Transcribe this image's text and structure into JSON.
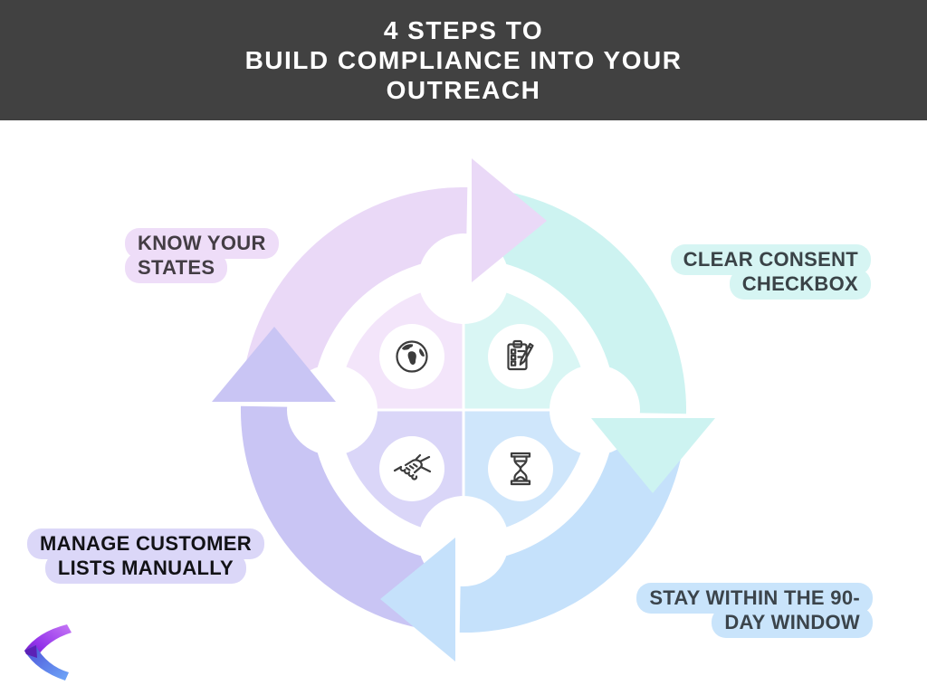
{
  "header": {
    "title": "4 STEPS TO\nBUILD COMPLIANCE INTO YOUR\nOUTREACH",
    "bg_color": "#414141",
    "text_color": "#ffffff"
  },
  "diagram": {
    "type": "cycle",
    "direction": "clockwise",
    "steps": [
      {
        "position": "top-left",
        "label_line1": "KNOW YOUR",
        "label_line2": "STATES",
        "icon": "globe-icon",
        "arc_color": "#ead9f7",
        "sector_color": "#f3e5fa",
        "label_bg": "#eeddf8",
        "label_text_color": "#433d44"
      },
      {
        "position": "top-right",
        "label_line1": "CLEAR CONSENT",
        "label_line2": "CHECKBOX",
        "icon": "checklist-pencil-icon",
        "arc_color": "#cdf3f1",
        "sector_color": "#d9f6f4",
        "label_bg": "#d6f5f3",
        "label_text_color": "#3a4347"
      },
      {
        "position": "bottom-right",
        "label_line1": "STAY WITHIN THE 90-",
        "label_line2": "DAY WINDOW",
        "icon": "hourglass-icon",
        "arc_color": "#c5e1fb",
        "sector_color": "#cfe6fb",
        "label_bg": "#c9e4fb",
        "label_text_color": "#3b444b"
      },
      {
        "position": "bottom-left",
        "label_line1": "MANAGE CUSTOMER",
        "label_line2": "LISTS MANUALLY",
        "icon": "handshake-icon",
        "arc_color": "#c9c5f4",
        "sector_color": "#dad6f8",
        "label_bg": "#dbd7f8",
        "label_text_color": "#121216"
      }
    ]
  },
  "logo": {
    "name": "brand-chevron-logo",
    "purple_start": "#c678f5",
    "purple_end": "#6a1cb8",
    "blue_start": "#4b4fd8",
    "blue_end": "#6fa8f8",
    "overlap": "#5b21b6"
  }
}
